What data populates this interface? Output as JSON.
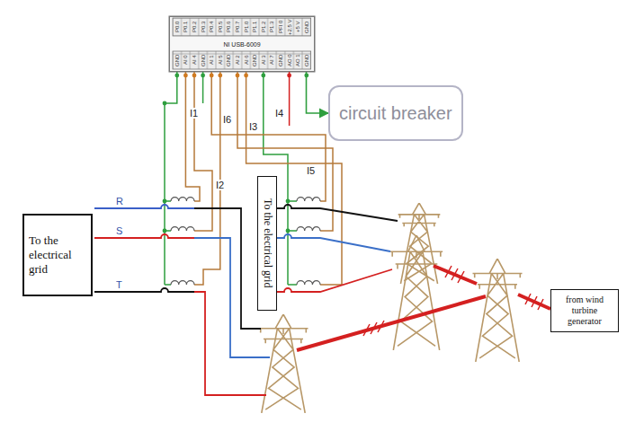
{
  "diagram": {
    "nodes": [
      {
        "text": [
          "NI USB-6009"
        ]
      },
      {
        "text": [
          "circuit breaker"
        ]
      },
      {
        "text": [
          "To the electrical grid"
        ]
      },
      {
        "text": [
          "To the electrical grid"
        ]
      },
      {
        "text": [
          "from wind turbine generator"
        ]
      }
    ],
    "edges": [
      {
        "from": 0,
        "to": 1,
        "arrow": "to"
      }
    ],
    "labels": [
      "R",
      "S",
      "T",
      "I1",
      "I2",
      "I3",
      "I4",
      "I5",
      "I6",
      "P0.0",
      "P0.1",
      "P0.2",
      "P0.3",
      "P0.4",
      "P0.5",
      "P0.6",
      "P0.7",
      "P1.0",
      "P1.1",
      "P1.2",
      "P1.3",
      "PFI 0",
      "+2.5 V",
      "+5 V",
      "GND",
      "GND",
      "AI 0",
      "AI 4",
      "GND",
      "AI 1",
      "AI 5",
      "GND",
      "AI 2",
      "AI 6",
      "GND",
      "AI 3",
      "AI 7",
      "GND",
      "AO 0",
      "AO 1",
      "GND"
    ]
  }
}
